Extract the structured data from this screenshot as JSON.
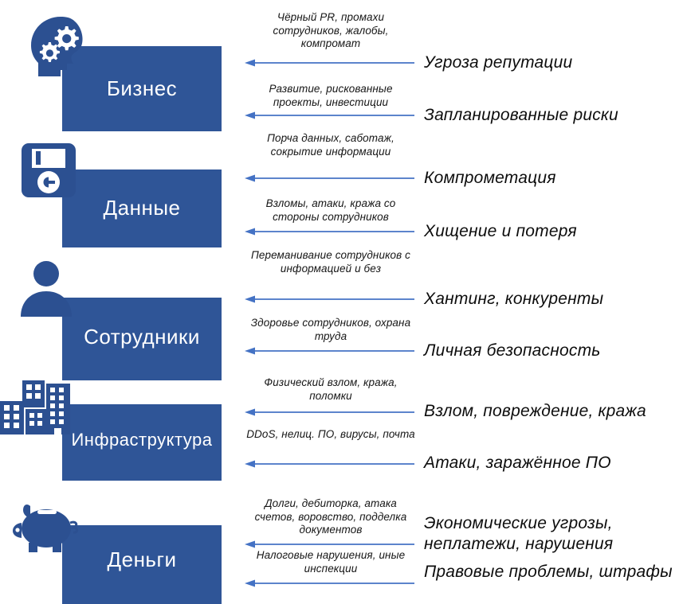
{
  "meta": {
    "title": "Карта угроз бизнеса",
    "accent_blue": "#2F5597",
    "icon_blue": "#2C5091",
    "arrow_blue": "#4472C4",
    "box_text_color": "#FFFFFF",
    "text_color": "#0D0D0D"
  },
  "categories": [
    {
      "id": "business",
      "label": "Бизнес",
      "icon": "head-gears-icon",
      "threats": [
        {
          "source": "Чёрный PR, промахи сотрудников, жалобы, компромат",
          "outcome": "Угроза репутации",
          "arrow": "arrow-left-icon"
        },
        {
          "source": "Развитие, рискованные проекты, инвестиции",
          "outcome": "Запланированные риски",
          "arrow": "arrow-left-icon"
        }
      ]
    },
    {
      "id": "data",
      "label": "Данные",
      "icon": "floppy-disk-icon",
      "threats": [
        {
          "source": "Порча данных, саботаж, сокрытие информации",
          "outcome": "Компрометация",
          "arrow": "arrow-left-icon"
        },
        {
          "source": "Взломы, атаки, кража со стороны сотрудников",
          "outcome": "Хищение и потеря",
          "arrow": "arrow-left-icon"
        }
      ]
    },
    {
      "id": "staff",
      "label": "Сотрудники",
      "icon": "person-icon",
      "threats": [
        {
          "source": "Переманивание сотрудников с информацией и без",
          "outcome": "Хантинг, конкуренты",
          "arrow": "arrow-left-icon"
        },
        {
          "source": "Здоровье сотрудников, охрана труда",
          "outcome": "Личная безопасность",
          "arrow": "arrow-left-icon"
        }
      ]
    },
    {
      "id": "infrastructure",
      "label": "Инфраструктура",
      "icon": "buildings-icon",
      "threats": [
        {
          "source": "Физический взлом, кража, поломки",
          "outcome": "Взлом, повреждение, кража",
          "arrow": "arrow-left-icon"
        },
        {
          "source": "DDoS, нелиц. ПО, вирусы, почта",
          "outcome": "Атаки, заражённое ПО",
          "arrow": "arrow-left-icon"
        }
      ]
    },
    {
      "id": "money",
      "label": "Деньги",
      "icon": "piggy-bank-icon",
      "threats": [
        {
          "source": "Долги, дебиторка, атака счетов, воровство, подделка документов",
          "outcome": "Экономические угрозы, неплатежи, нарушения",
          "arrow": "arrow-left-icon"
        },
        {
          "source": "Налоговые нарушения, иные инспекции",
          "outcome": "Правовые проблемы, штрафы",
          "arrow": "arrow-left-icon"
        }
      ]
    }
  ]
}
